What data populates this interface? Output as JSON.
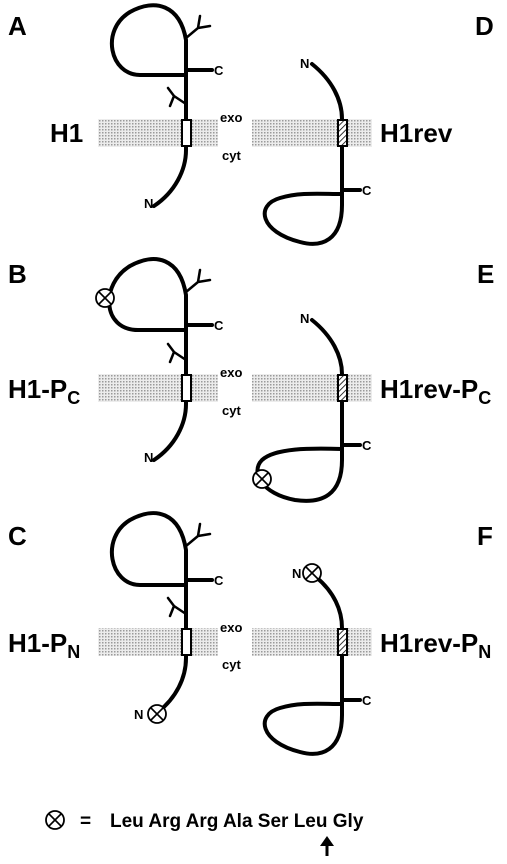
{
  "panels": {
    "A": {
      "letter": "A",
      "label": "H1",
      "sub": ""
    },
    "B": {
      "letter": "B",
      "label": "H1-P",
      "sub": "C"
    },
    "C": {
      "letter": "C",
      "label": "H1-P",
      "sub": "N"
    },
    "D": {
      "letter": "D",
      "label": "H1rev",
      "sub": ""
    },
    "E": {
      "letter": "E",
      "label": "H1rev-P",
      "sub": "C"
    },
    "F": {
      "letter": "F",
      "label": "H1rev-P",
      "sub": "N"
    }
  },
  "membrane": {
    "exo": "exo",
    "cyt": "cyt"
  },
  "termini": {
    "n": "N",
    "c": "C"
  },
  "legend": {
    "equals": "=",
    "sequence": "Leu Arg Arg Ala Ser Leu Gly"
  },
  "colors": {
    "membrane_fill": "#d4d4d4",
    "ink": "#000000"
  },
  "icons": {
    "tag": "circled-x-icon",
    "glycosylation": "branch-icon",
    "arrow": "up-arrow-icon"
  }
}
